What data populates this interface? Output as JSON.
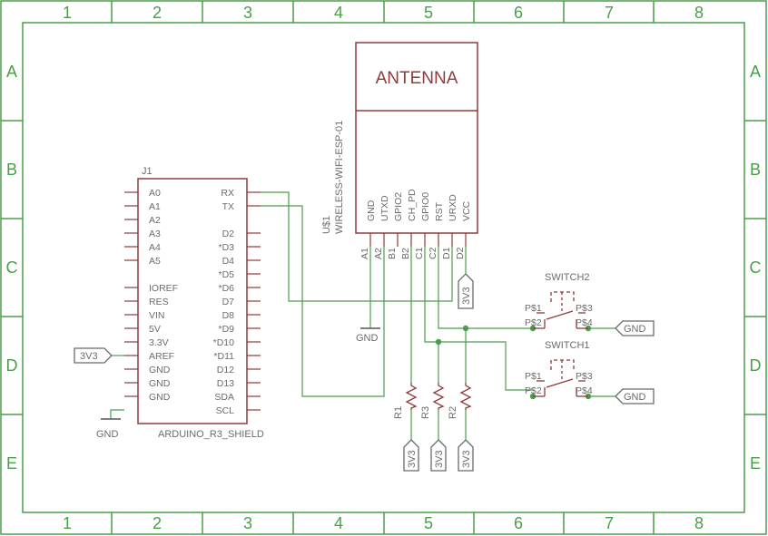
{
  "frame": {
    "columns": [
      "1",
      "2",
      "3",
      "4",
      "5",
      "6",
      "7",
      "8"
    ],
    "rows": [
      "A",
      "B",
      "C",
      "D",
      "E"
    ]
  },
  "arduino": {
    "ref": "J1",
    "name": "ARDUINO_R3_SHIELD",
    "left_pins": [
      "A0",
      "A1",
      "A2",
      "A3",
      "A4",
      "A5",
      "",
      "IOREF",
      "RES",
      "VIN",
      "5V",
      "3.3V",
      "AREF",
      "GND",
      "GND",
      "GND"
    ],
    "right_pins": [
      "RX",
      "TX",
      "",
      "D2",
      "*D3",
      "D4",
      "*D5",
      "*D6",
      "D7",
      "D8",
      "*D9",
      "*D10",
      "*D11",
      "D12",
      "D13",
      "SDA",
      "SCL"
    ]
  },
  "esp": {
    "ref": "U$1",
    "name": "WIRELESS-WIFI-ESP-01",
    "antenna_label": "ANTENNA",
    "pins": [
      "GND",
      "UTXD",
      "GPIO2",
      "CH_PD",
      "GPIO0",
      "RST",
      "URXD",
      "VCC"
    ],
    "pads": [
      "A1",
      "A2",
      "B1",
      "B2",
      "C1",
      "C2",
      "D1",
      "D2"
    ]
  },
  "switch1": {
    "name": "SWITCH1",
    "p1": "P$1",
    "p2": "P$2",
    "p3": "P$3",
    "p4": "P$4"
  },
  "switch2": {
    "name": "SWITCH2",
    "p1": "P$1",
    "p2": "P$2",
    "p3": "P$3",
    "p4": "P$4"
  },
  "resistors": [
    "R1",
    "R3",
    "R2"
  ],
  "supplies": {
    "v33": "3V3",
    "gnd": "GND"
  },
  "colors": {
    "frame": "#4a9e4a",
    "net": "#4a9e4a",
    "part": "#8e3b3b",
    "text": "#6b6b6b",
    "supply": "#6b6b6b"
  }
}
